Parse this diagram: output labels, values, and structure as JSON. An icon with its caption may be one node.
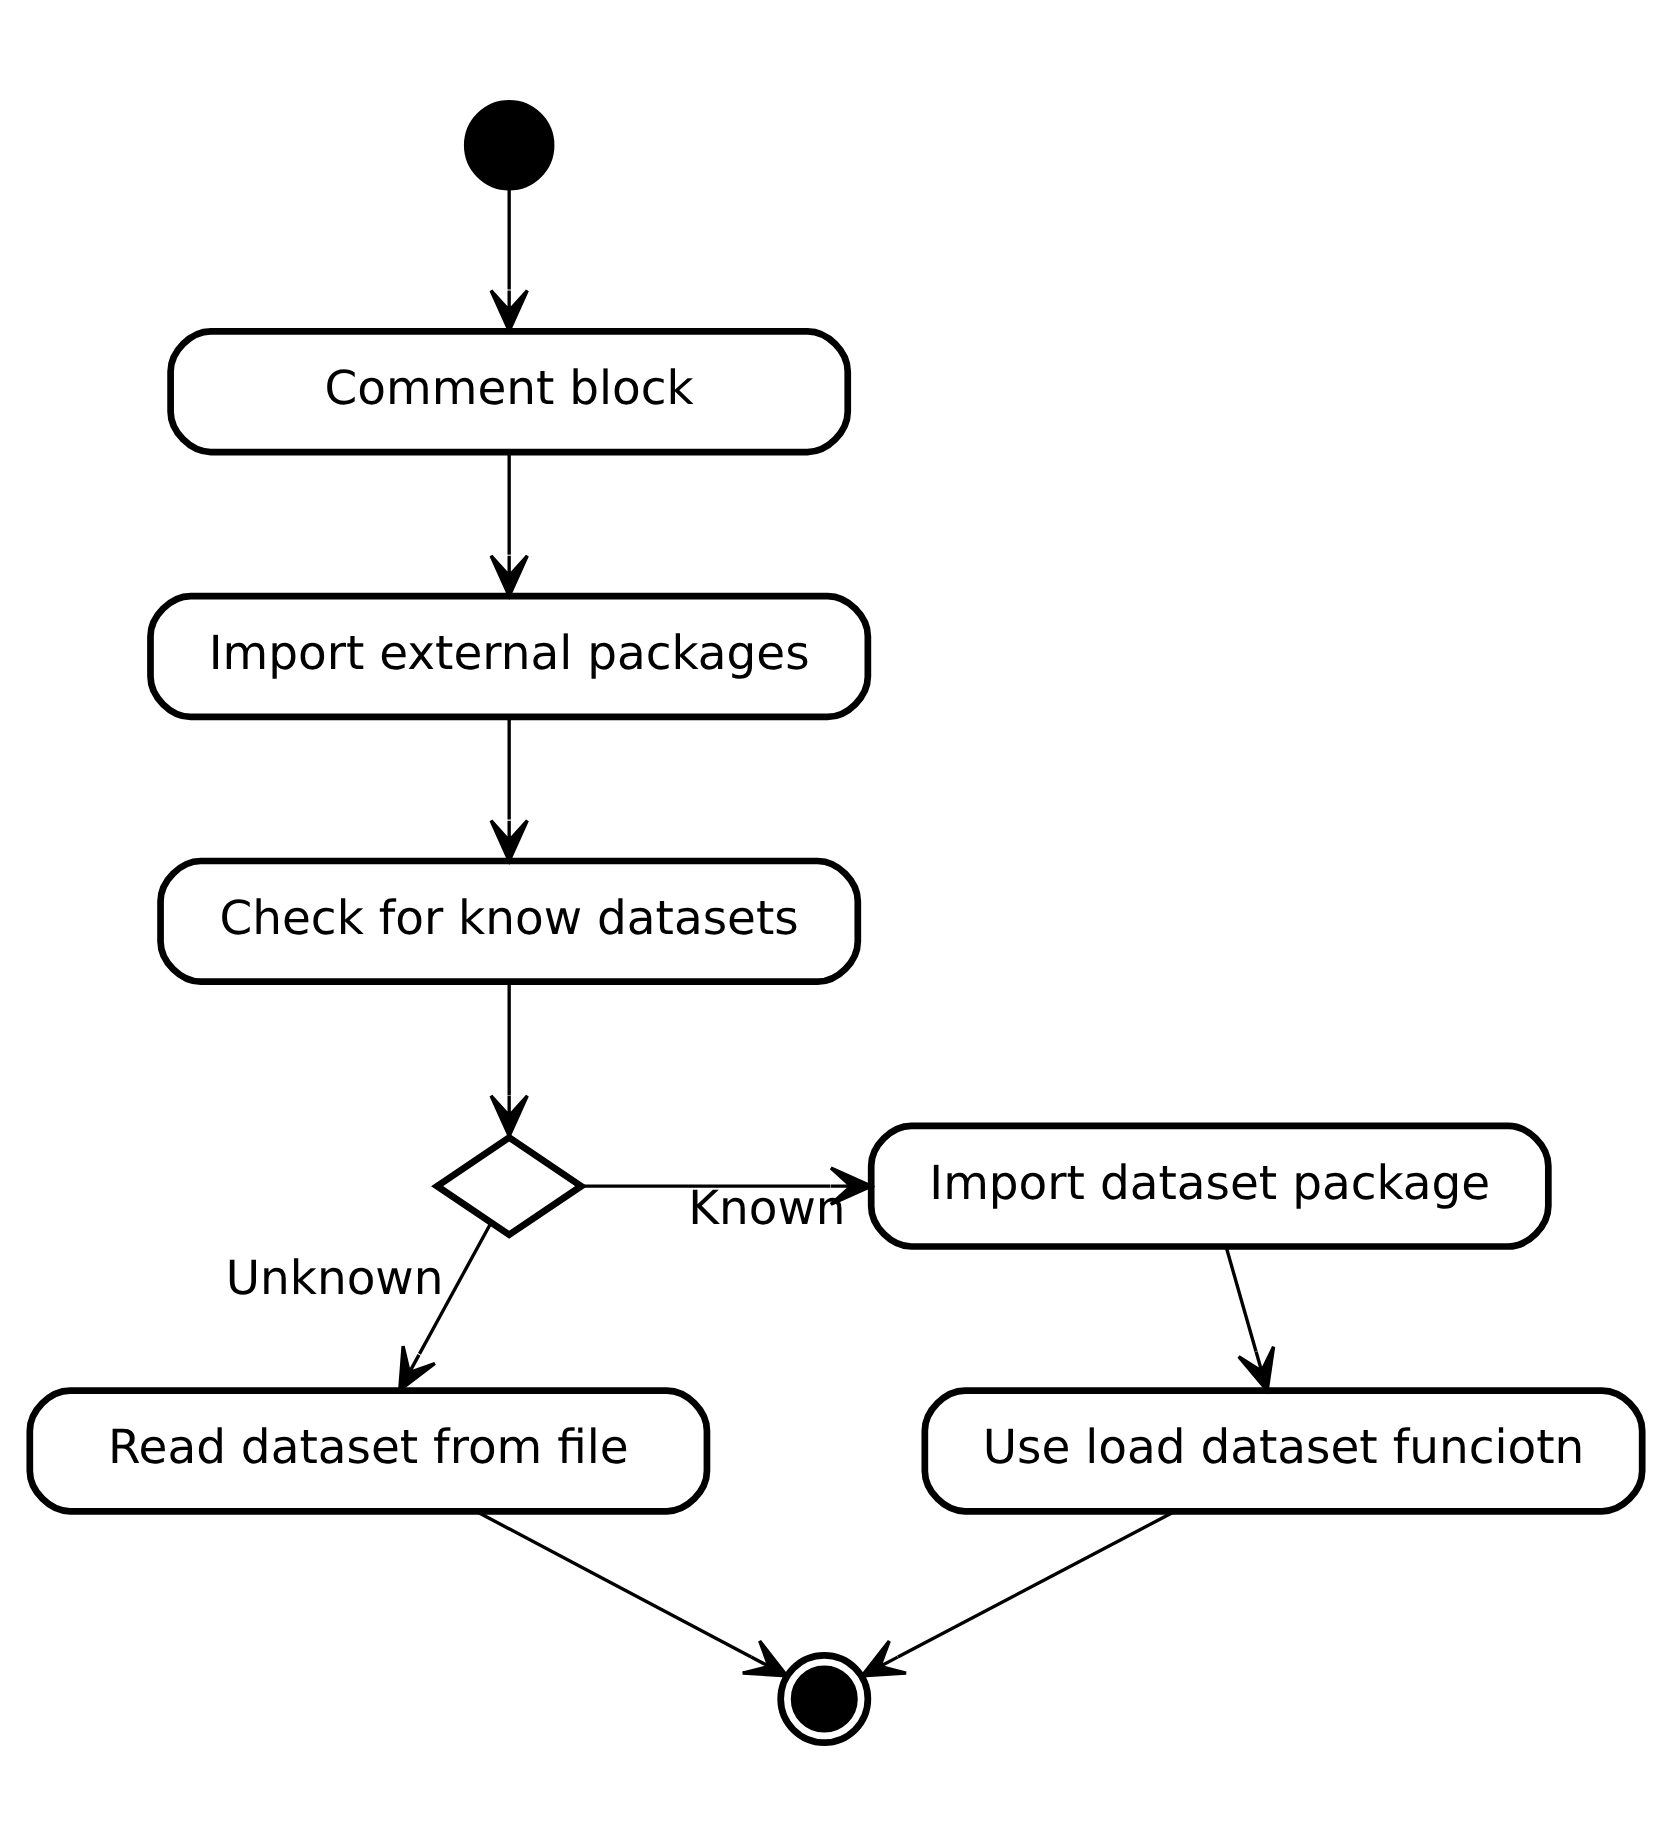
{
  "diagram": {
    "nodes": [
      {
        "text": [],
        "shape": "circle"
      },
      {
        "text": [
          "Comment block"
        ]
      },
      {
        "text": [
          "Import external packages"
        ]
      },
      {
        "text": [
          "Check for know datasets"
        ]
      },
      {
        "text": [],
        "shape": "diamond"
      },
      {
        "text": [
          "Import dataset package"
        ]
      },
      {
        "text": [
          "Read dataset from file"
        ]
      },
      {
        "text": [
          "Use load dataset funciotn"
        ]
      },
      {
        "text": [],
        "shape": "circle"
      }
    ],
    "edges": [
      {
        "from": 0,
        "to": 1,
        "arrow": "to"
      },
      {
        "from": 1,
        "to": 2,
        "arrow": "to"
      },
      {
        "from": 2,
        "to": 3,
        "arrow": "to"
      },
      {
        "from": 3,
        "to": 4,
        "arrow": "to"
      },
      {
        "from": 4,
        "to": 5,
        "arrow": "to",
        "label": "Known"
      },
      {
        "from": 4,
        "to": 6,
        "arrow": "to",
        "label": "Unknown"
      },
      {
        "from": 5,
        "to": 7,
        "arrow": "to"
      },
      {
        "from": 6,
        "to": 8,
        "arrow": "to"
      },
      {
        "from": 7,
        "to": 8,
        "arrow": "to"
      }
    ]
  }
}
